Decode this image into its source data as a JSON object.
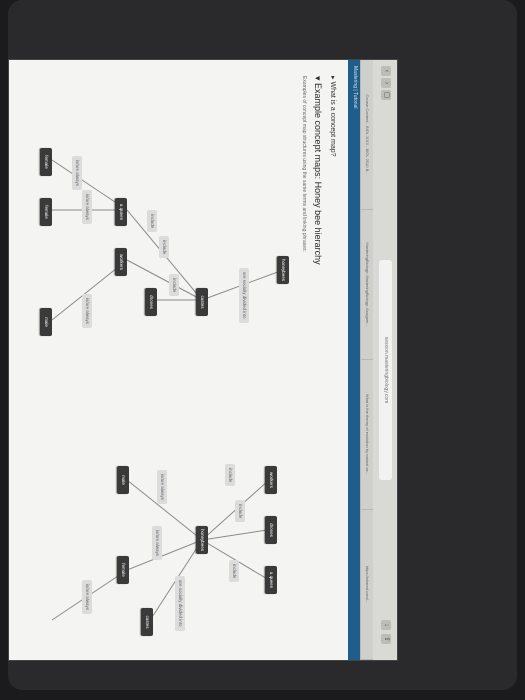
{
  "browser": {
    "url": "session.masteringbiology.com",
    "tabs": [
      "Course Content - BIOL 1010 - BIOL 2010 B...",
      "MasteringBiology: MasteringBiology: Assignm...",
      "What is the theory of evolution by natural se...",
      "https://shared.com/..."
    ]
  },
  "page": {
    "brand": "Mastering | Tutorial",
    "section_title": "What is a concept map?",
    "heading": "Example concept maps: Honey bee hierarchy",
    "subtitle": "Examples of concept map structures using the same terms and linking phrases:"
  },
  "left_map": {
    "nodes": [
      "honeybees",
      "castes",
      "drones",
      "workers",
      "a queen",
      "male",
      "female",
      "female"
    ],
    "links": [
      "are socially divided into",
      "include",
      "include",
      "include",
      "is/are always",
      "is/are always",
      "is/are always"
    ]
  },
  "right_map": {
    "nodes": [
      "honeybees",
      "drones",
      "workers",
      "a queen",
      "male",
      "female",
      "castes"
    ],
    "links": [
      "include",
      "include",
      "include",
      "is/are always",
      "is/are always",
      "is/are always",
      "are socially divided into"
    ]
  }
}
